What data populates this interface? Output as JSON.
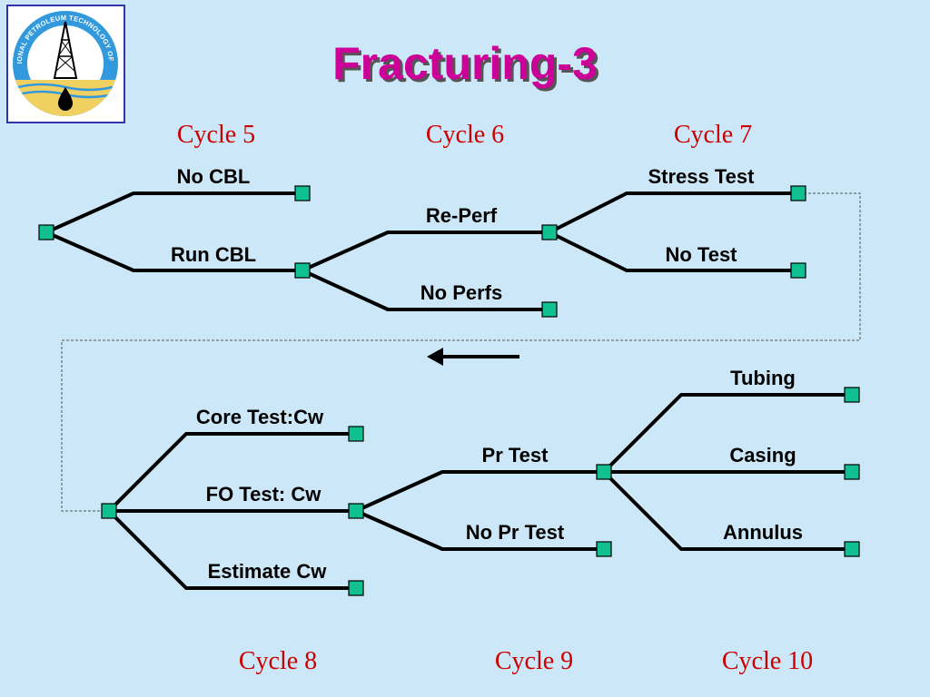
{
  "title": "Fracturing-3",
  "logo": {
    "ring_text": "NATIONAL PETROLEUM TECHNOLOGY OFFICE"
  },
  "cycles": {
    "top": [
      "Cycle 5",
      "Cycle 6",
      "Cycle 7"
    ],
    "bottom": [
      "Cycle 8",
      "Cycle 9",
      "Cycle 10"
    ]
  },
  "labels": {
    "no_cbl": "No CBL",
    "run_cbl": "Run CBL",
    "re_perf": "Re-Perf",
    "no_perfs": "No Perfs",
    "stress_test": "Stress Test",
    "no_test": "No Test",
    "core_test": "Core Test:Cw",
    "fo_test": "FO Test: Cw",
    "estimate_cw": "Estimate Cw",
    "pr_test": "Pr Test",
    "no_pr_test": "No Pr Test",
    "tubing": "Tubing",
    "casing": "Casing",
    "annulus": "Annulus"
  },
  "colors": {
    "background": "#cce8f8",
    "title": "#cc0099",
    "title_shadow": "#555555",
    "cycle_text": "#cc0000",
    "node_fill": "#10c090",
    "line": "#000000",
    "logo_blue": "#3399dd",
    "logo_sand": "#f0d060"
  }
}
